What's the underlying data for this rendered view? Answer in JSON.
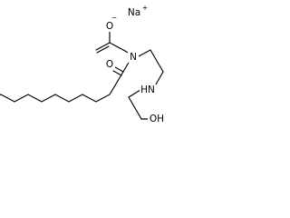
{
  "molecule": {
    "counter_ion": {
      "label": "Na",
      "charge": "+"
    },
    "atoms": {
      "carboxylate_o_minus": {
        "label": "O",
        "charge": "−"
      },
      "amine_n": {
        "label": "N"
      },
      "amide_o": {
        "label": "O"
      },
      "ethyl_nh": {
        "label": "HN"
      },
      "hydroxyl": {
        "label": "OH"
      }
    }
  }
}
